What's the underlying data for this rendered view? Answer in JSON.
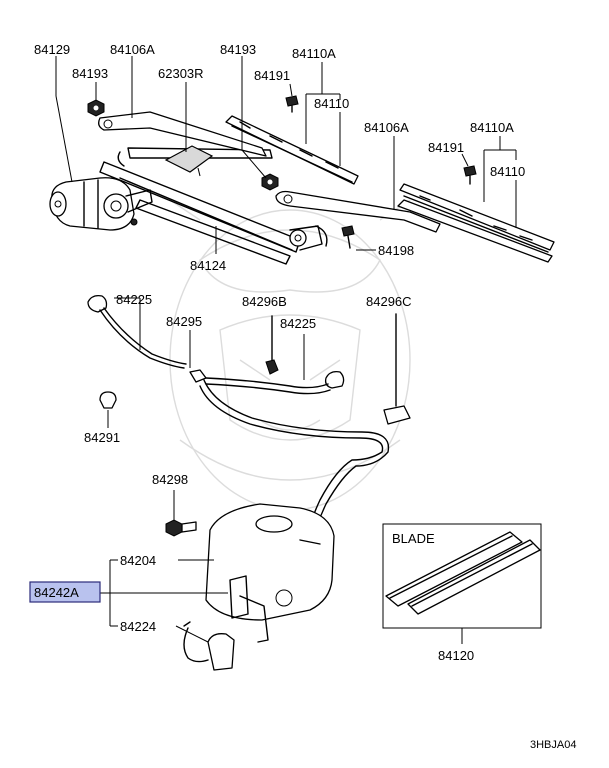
{
  "labels": {
    "p84129": "84129",
    "p84106A_1": "84106A",
    "p84193_1": "84193",
    "p62303R": "62303R",
    "p84193_2": "84193",
    "p84110A_1": "84110A",
    "p84191_1": "84191",
    "p84110_1": "84110",
    "p84106A_2": "84106A",
    "p84110A_2": "84110A",
    "p84191_2": "84191",
    "p84110_2": "84110",
    "p84124": "84124",
    "p84198": "84198",
    "p84225_1": "84225",
    "p84296B": "84296B",
    "p84296C": "84296C",
    "p84295": "84295",
    "p84225_2": "84225",
    "p84291": "84291",
    "p84298": "84298",
    "p84204": "84204",
    "p84242A": "84242A",
    "p84224": "84224",
    "blade": "BLADE",
    "p84120": "84120",
    "diagram_code": "3HBJA04"
  },
  "highlight_color": "#b9c2ee"
}
